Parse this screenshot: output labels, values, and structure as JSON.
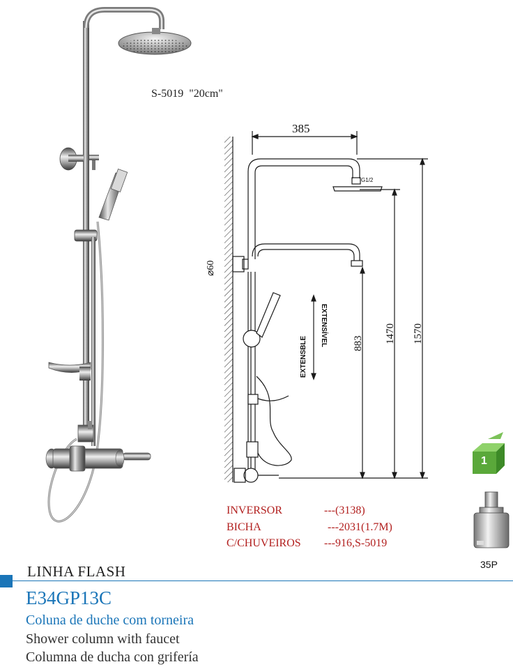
{
  "product": {
    "model_note": "S-5019  \"20cm\"",
    "line_name": "LINHA FLASH",
    "code": "E34GP13C",
    "desc_pt": "Coluna de duche com torneira",
    "desc_en": "Shower column with faucet",
    "desc_es": "Columna de ducha con grifería"
  },
  "drawing": {
    "width_dim": "385",
    "thread_label": "G1/2",
    "pipe_dia": "⌀60",
    "dim_883": "883",
    "dim_1470": "1470",
    "dim_1570": "1570",
    "extensible_es": "EXTENSBLE",
    "extensible_pt": "EXTENSÍVEL"
  },
  "specs": [
    {
      "label": "INVERSOR",
      "value": "---(3138)"
    },
    {
      "label": "BICHA",
      "value": "---2031(1.7M)"
    },
    {
      "label": "C/CHUVEIROS",
      "value": "---916,S-5019"
    }
  ],
  "badge": {
    "number": "1",
    "color": "#5aa83a"
  },
  "cartridge": {
    "label": "35P"
  },
  "colors": {
    "accent": "#1a75b8",
    "spec_red": "#b2201f"
  }
}
